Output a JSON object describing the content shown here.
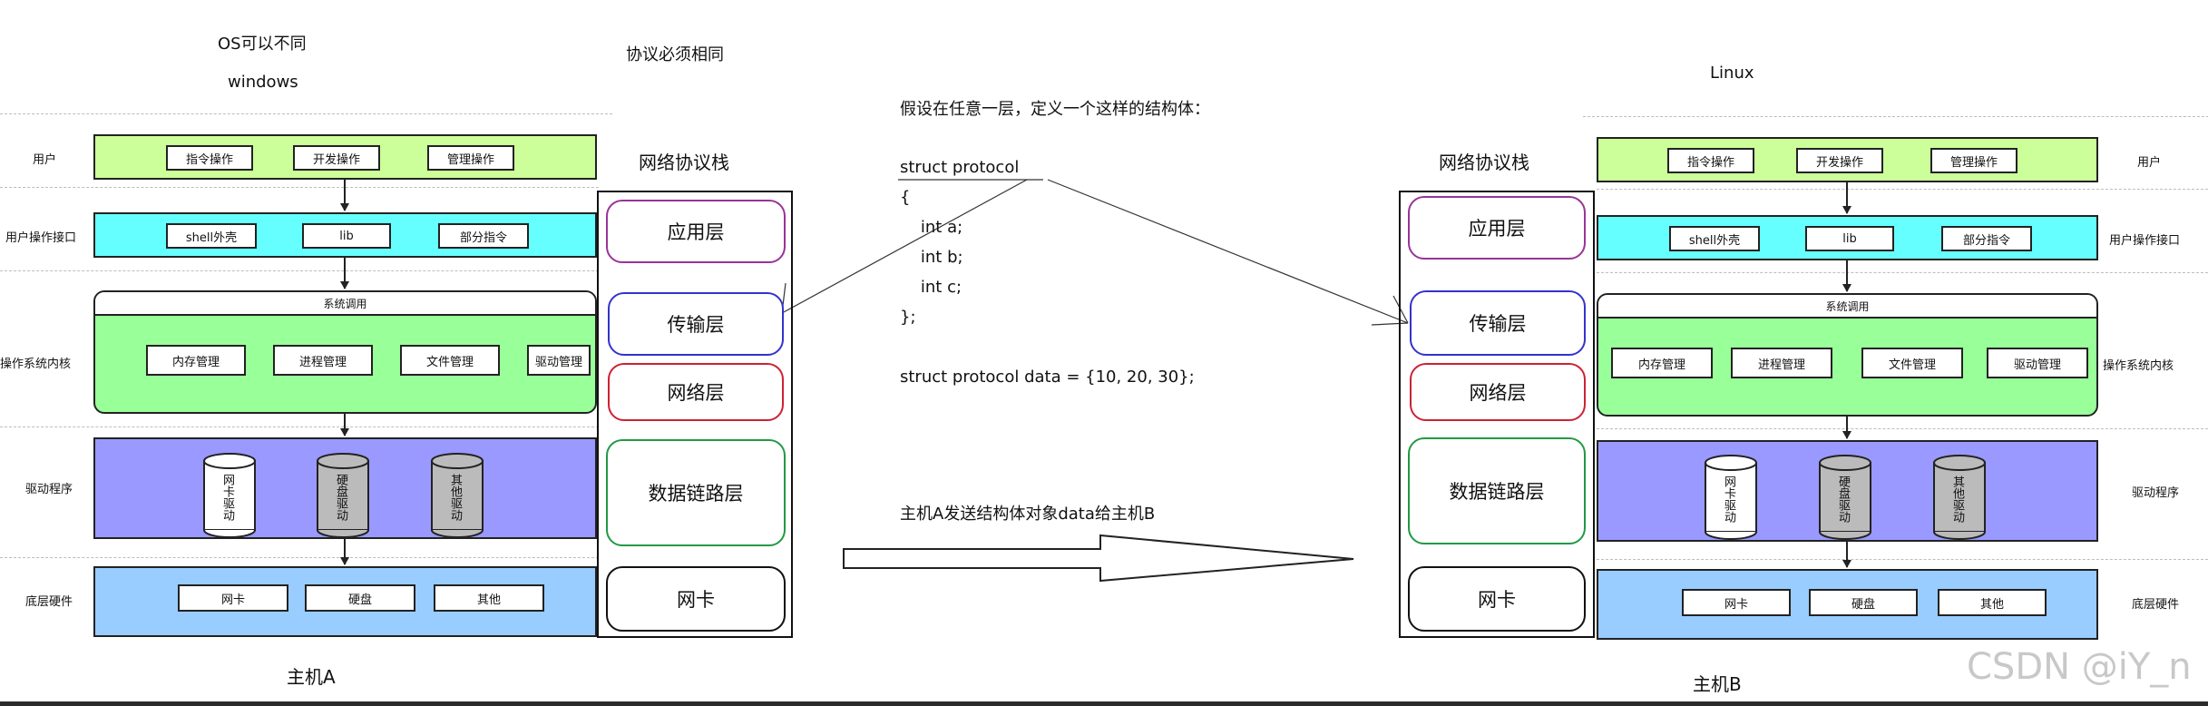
{
  "top_labels": {
    "os_differ": "OS可以不同",
    "windows": "windows",
    "protocol_same": "协议必须相同",
    "linux": "Linux"
  },
  "left_labels": {
    "user": "用户",
    "user_api": "用户操作接口",
    "os_kernel": "操作系统内核",
    "driver": "驱动程序",
    "hardware": "底层硬件"
  },
  "right_labels": {
    "user": "用户",
    "user_api": "用户操作接口",
    "os_kernel": "操作系统内核",
    "driver": "驱动程序",
    "hardware": "底层硬件"
  },
  "host_a": {
    "user_items": [
      "指令操作",
      "开发操作",
      "管理操作"
    ],
    "api_items": [
      "shell外壳",
      "lib",
      "部分指令"
    ],
    "syscall_title": "系统调用",
    "kernel_items": [
      "内存管理",
      "进程管理",
      "文件管理",
      "驱动管理"
    ],
    "drivers": [
      "网卡驱动",
      "硬盘驱动",
      "其他驱动"
    ],
    "hardware_items": [
      "网卡",
      "硬盘",
      "其他"
    ],
    "caption": "主机A"
  },
  "host_b": {
    "user_items": [
      "指令操作",
      "开发操作",
      "管理操作"
    ],
    "api_items": [
      "shell外壳",
      "lib",
      "部分指令"
    ],
    "syscall_title": "系统调用",
    "kernel_items": [
      "内存管理",
      "进程管理",
      "文件管理",
      "驱动管理"
    ],
    "drivers": [
      "网卡驱动",
      "硬盘驱动",
      "其他驱动"
    ],
    "hardware_items": [
      "网卡",
      "硬盘",
      "其他"
    ],
    "caption": "主机B"
  },
  "stack_a": {
    "title": "网络协议栈",
    "layers": [
      "应用层",
      "传输层",
      "网络层",
      "数据链路层",
      "网卡"
    ]
  },
  "stack_b": {
    "title": "网络协议栈",
    "layers": [
      "应用层",
      "传输层",
      "网络层",
      "数据链路层",
      "网卡"
    ]
  },
  "code": {
    "intro": "假设在任意一层，定义一个这样的结构体：",
    "lines": [
      "struct protocol",
      "{",
      "    int a;",
      "    int b;",
      "    int c;",
      "};",
      "",
      "struct protocol data = {10, 20, 30};"
    ]
  },
  "send_text": "主机A发送结构体对象data给主机B",
  "watermark": "CSDN @iY_n",
  "colors": {
    "user_layer": "#ccff99",
    "api_layer": "#66ffff",
    "kernel_layer": "#99ff99",
    "driver_layer": "#9999ff",
    "hardware_layer": "#99ccff",
    "app_border": "#993399",
    "transport_border": "#3333cc",
    "network_border": "#cc2233",
    "datalink_border": "#229944",
    "nic_border": "#111111"
  }
}
